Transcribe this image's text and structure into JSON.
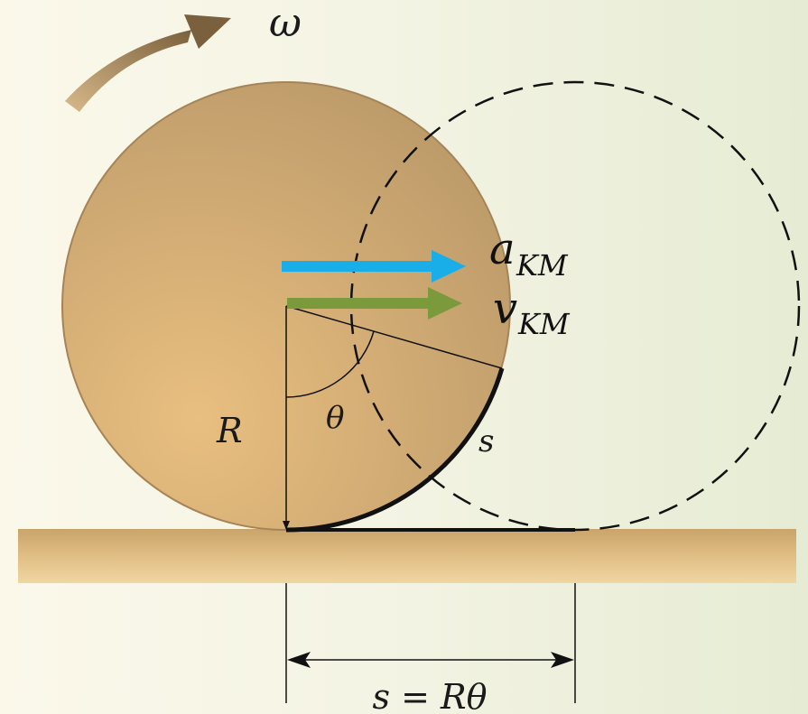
{
  "labels": {
    "omega": "ω",
    "a_symbol": "a",
    "a_subscript": "KM",
    "v_symbol": "v",
    "v_subscript": "KM",
    "radius": "R",
    "angle": "θ",
    "arc": "s",
    "dimension": "s = Rθ"
  },
  "colors": {
    "wheel_fill": "#d4ab74",
    "wheel_stroke": "#a58457",
    "ground": "#d8b47a",
    "acceleration_arrow": "#1aaee8",
    "velocity_arrow": "#7a9a3c",
    "rotation_arrow": "#8a6d45",
    "lines": "#111111"
  },
  "icons": {
    "rotation": "curved-arrow-icon",
    "acceleration": "arrow-right-icon",
    "velocity": "arrow-right-icon"
  }
}
